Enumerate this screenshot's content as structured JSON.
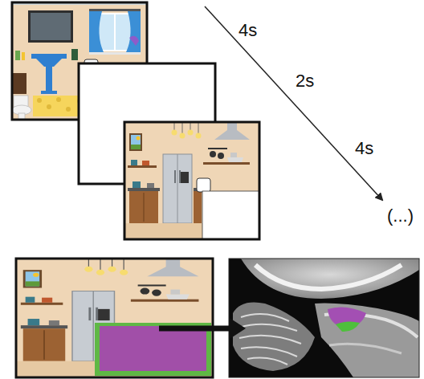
{
  "diagram": {
    "labels": [
      "4s",
      "2s",
      "4s",
      "(...)"
    ]
  }
}
